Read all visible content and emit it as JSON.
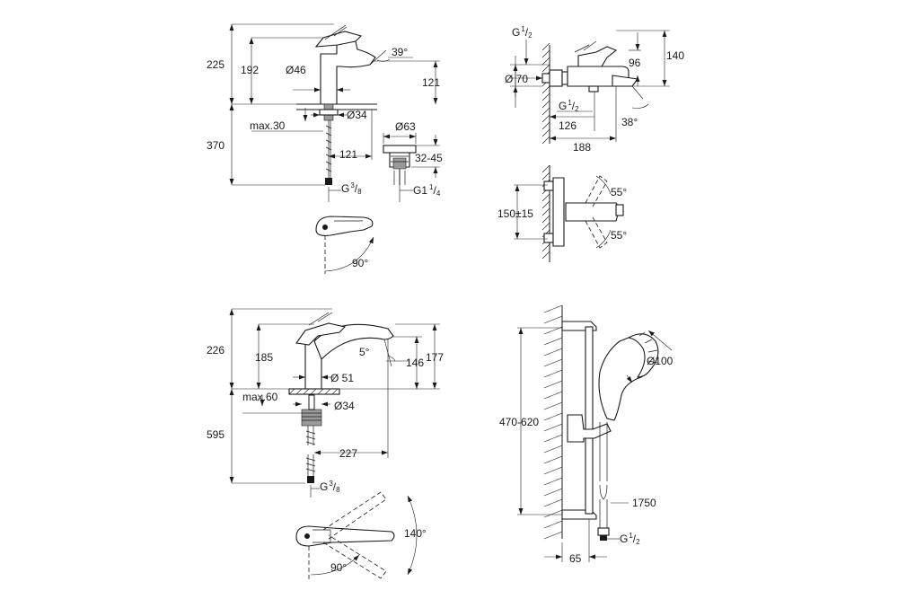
{
  "basin_mixer": {
    "d225": "225",
    "d192": "192",
    "d39deg": "39°",
    "d46": "Ø46",
    "d121v": "121",
    "dmax30": "max.30",
    "d34": "Ø34",
    "d63": "Ø63",
    "d370": "370",
    "d121h": "121",
    "d3245": "32-45",
    "g38": "G",
    "g38sup": "3",
    "g38sub": "8",
    "g114": "G1",
    "g114sup": "1",
    "g114sub": "4",
    "d90deg": "90°"
  },
  "bath_mixer": {
    "g12": "G",
    "g12sup": "1",
    "g12sub": "2",
    "d140": "140",
    "d96": "96",
    "d70": "Ø 70",
    "g12b": "G",
    "g12bsup": "1",
    "g12bsub": "2",
    "d126": "126",
    "d38deg": "38°",
    "d188": "188",
    "d55top": "55°",
    "d15015": "150±15",
    "d55bot": "55°"
  },
  "sink_mixer": {
    "d226": "226",
    "d185": "185",
    "d5deg": "5°",
    "d146": "146",
    "d177": "177",
    "d51": "Ø 51",
    "dmax60": "max.60",
    "d34": "Ø34",
    "d595": "595",
    "d227": "227",
    "g38": "G",
    "g38sup": "3",
    "g38sub": "8",
    "d140deg": "140°",
    "d90deg": "90°"
  },
  "shower_rail": {
    "d100": "Ø100",
    "d470620": "470-620",
    "d1750": "1750",
    "g12": "G",
    "g12sup": "1",
    "g12sub": "2",
    "d65": "65"
  }
}
